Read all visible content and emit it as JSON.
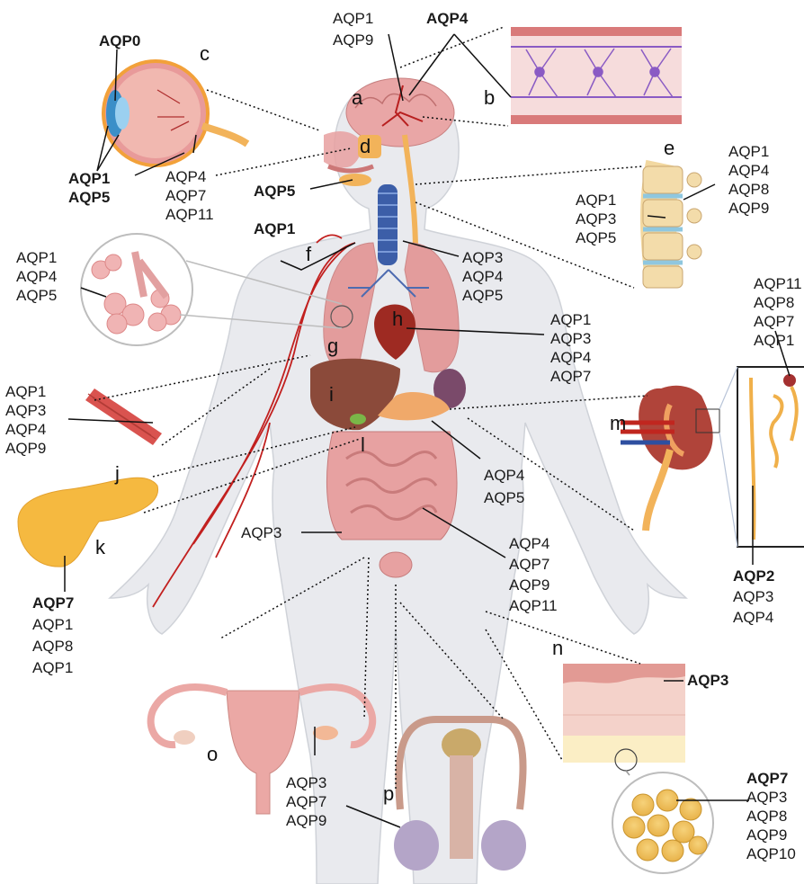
{
  "letters": {
    "a": "a",
    "b": "b",
    "c": "c",
    "d": "d",
    "e": "e",
    "f": "f",
    "g": "g",
    "h": "h",
    "i": "i",
    "j": "j",
    "k": "k",
    "l": "l",
    "m": "m",
    "n": "n",
    "o": "o",
    "p": "p"
  },
  "labels": {
    "brain_top": [
      "AQP1",
      "AQP9"
    ],
    "brain_aqp4": "AQP4",
    "eye_aqp0": "AQP0",
    "eye_bold": [
      "AQP1",
      "AQP5"
    ],
    "eye_retina": [
      "AQP4",
      "AQP7",
      "AQP11"
    ],
    "salivary": "AQP5",
    "spine_right": [
      "AQP1",
      "AQP4",
      "AQP8",
      "AQP9"
    ],
    "spine_left": [
      "AQP1",
      "AQP3",
      "AQP5"
    ],
    "vessel_f": "AQP1",
    "lung_alveoli": [
      "AQP1",
      "AQP4",
      "AQP5"
    ],
    "trachea": [
      "AQP3",
      "AQP4",
      "AQP5"
    ],
    "heart": [
      "AQP1",
      "AQP3",
      "AQP4",
      "AQP7"
    ],
    "muscle": [
      "AQP1",
      "AQP3",
      "AQP4",
      "AQP9"
    ],
    "nephron_top": [
      "AQP11",
      "AQP8",
      "AQP7",
      "AQP1"
    ],
    "liver": [
      "AQP4",
      "AQP5"
    ],
    "colon": "AQP3",
    "intestine": [
      "AQP4",
      "AQP7",
      "AQP9",
      "AQP11"
    ],
    "pancreas_bold": "AQP7",
    "pancreas": [
      "AQP1",
      "AQP8",
      "AQP1"
    ],
    "kidney_bold": "AQP2",
    "kidney": [
      "AQP3",
      "AQP4"
    ],
    "skin": "AQP3",
    "ovary": [
      "AQP3",
      "AQP7",
      "AQP9"
    ],
    "adipose_bold": "AQP7",
    "adipose": [
      "AQP3",
      "AQP8",
      "AQP9",
      "AQP10"
    ]
  }
}
